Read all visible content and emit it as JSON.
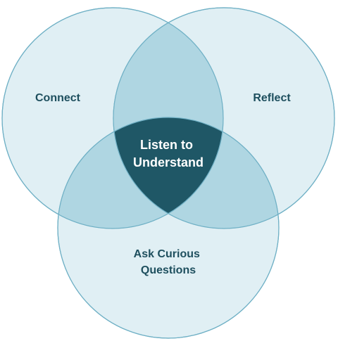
{
  "diagram": {
    "type": "venn",
    "sets": [
      {
        "id": "connect",
        "label": "Connect"
      },
      {
        "id": "reflect",
        "label": "Reflect"
      },
      {
        "id": "ask",
        "label_lines": [
          "Ask Curious",
          "Questions"
        ]
      }
    ],
    "center": {
      "label_lines": [
        "Listen to",
        "Understand"
      ]
    },
    "colors": {
      "circle_fill": "#d4e9f0",
      "circle_stroke": "#6fb0c5",
      "pair_overlap": "#afd6e2",
      "center_fill": "#1f5766",
      "set_label_text": "#1e4f5e",
      "center_label_text": "#ffffff"
    }
  }
}
